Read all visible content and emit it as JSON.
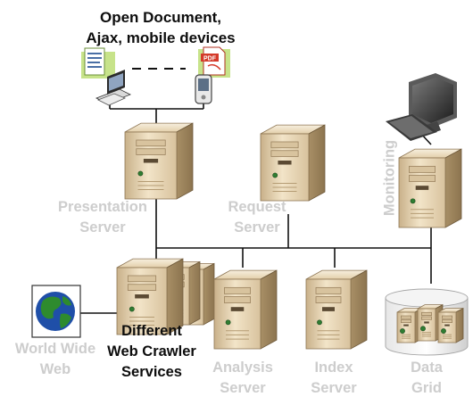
{
  "labels": {
    "clients": [
      "Open Document,",
      "Ajax, mobile devices"
    ],
    "presentation": [
      "Presentation",
      "Server"
    ],
    "request": [
      "Request",
      "Server"
    ],
    "monitoring": "Monitoring",
    "www": [
      "World Wide",
      "Web"
    ],
    "crawler": [
      "Different",
      "Web Crawler",
      "Services"
    ],
    "analysis": [
      "Analysis",
      "Server"
    ],
    "index": [
      "Index",
      "Server"
    ],
    "datagrid": [
      "Data",
      "Grid"
    ]
  },
  "icons": {
    "doc": "document-icon",
    "pdf": "pdf-icon",
    "pc": "desktop-computer-icon",
    "pda": "mobile-device-icon",
    "globe": "globe-icon",
    "monitor": "monitor-icon",
    "keyboard": "keyboard-icon"
  },
  "colors": {
    "server_light": "#e9d7b8",
    "server_dark": "#b49a70",
    "label_grey": "#cdcdcd",
    "label_dark": "#0d0d0d",
    "line": "#111111",
    "globe_ocean": "#1f4fa8",
    "globe_land": "#2e8b2e"
  }
}
